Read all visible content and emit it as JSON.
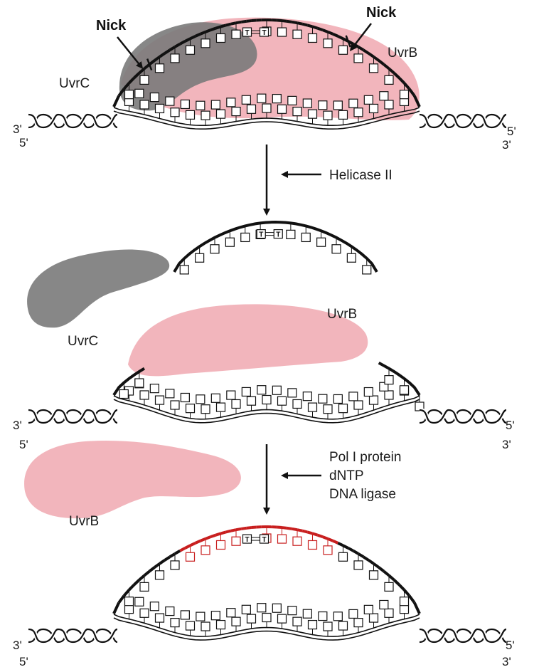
{
  "colors": {
    "uvrb": "#f0a8b0",
    "uvrc": "#7a7a7a",
    "repair": "#c81e1e",
    "ink": "#111111"
  },
  "panel1": {
    "nick_left": "Nick",
    "nick_right": "Nick",
    "uvrc": "UvrC",
    "uvrb": "UvrB",
    "end_tl": "3'",
    "end_bl": "5'",
    "end_tr": "5'",
    "end_br": "3'",
    "dimer": [
      "T",
      "T"
    ]
  },
  "step1": {
    "enzyme": "Helicase II"
  },
  "panel2": {
    "uvrc": "UvrC",
    "uvrb": "UvrB",
    "end_tl": "3'",
    "end_bl": "5'",
    "end_tr": "5'",
    "end_br": "3'",
    "dimer": [
      "T",
      "T"
    ]
  },
  "step2": {
    "lines": [
      "Pol I protein",
      "dNTP",
      "DNA ligase"
    ]
  },
  "panel3": {
    "uvrb": "UvrB",
    "end_tl": "3'",
    "end_bl": "5'",
    "end_tr": "5'",
    "end_br": "3'",
    "dimer": [
      "T",
      "T"
    ]
  }
}
